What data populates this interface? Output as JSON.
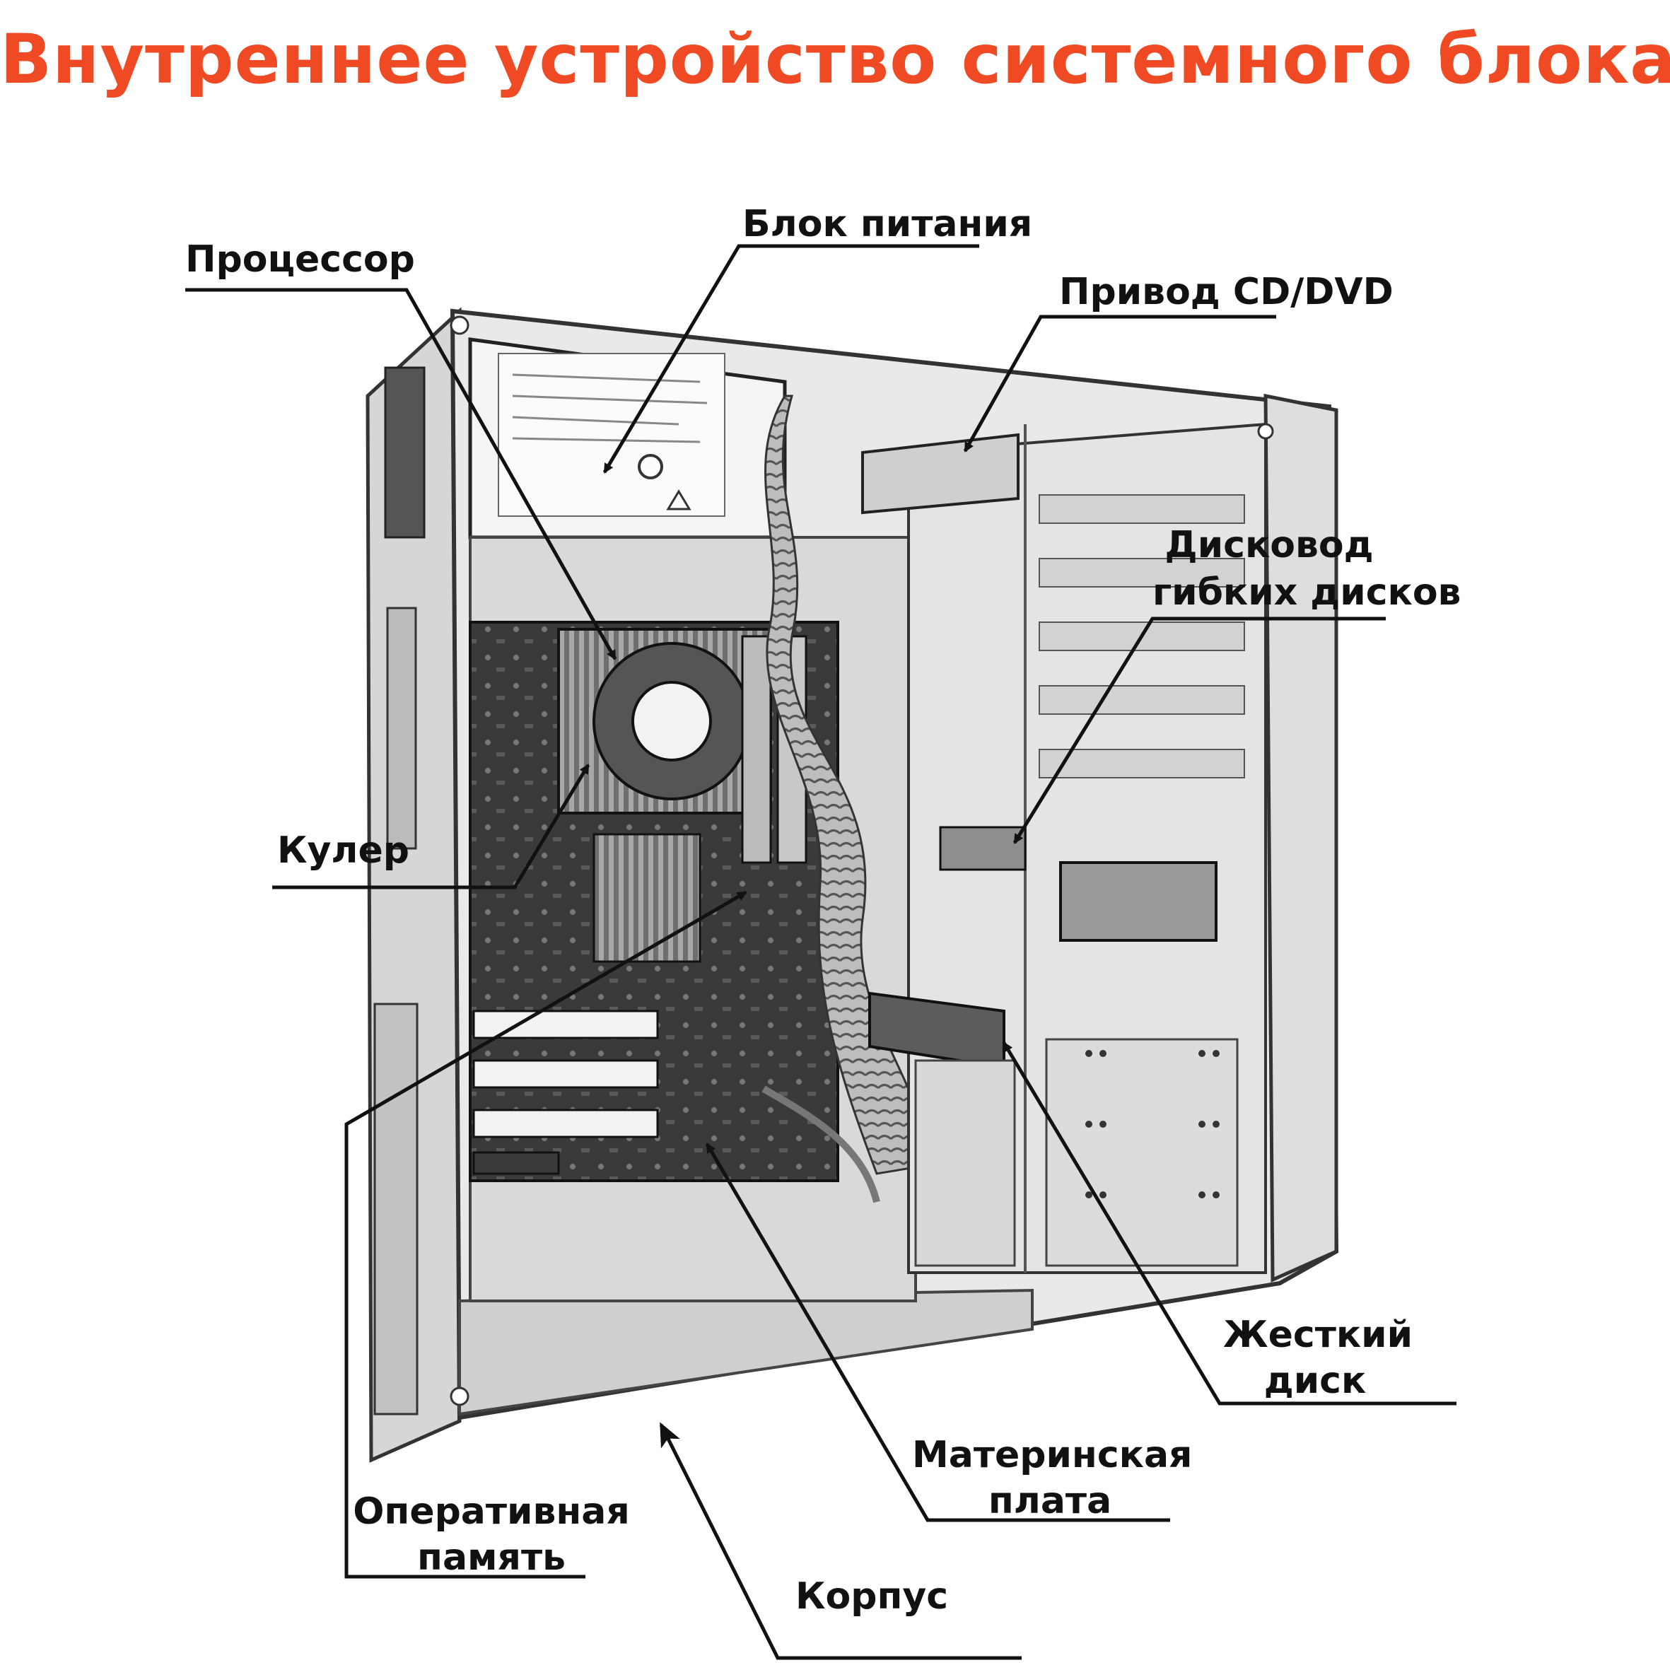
{
  "title": "Внутреннее устройство системного блока",
  "labels": {
    "psu": "Блок питания",
    "cpu": "Процессор",
    "cd_dvd": "Привод CD/DVD",
    "floppy_1": "Дисковод",
    "floppy_2": "гибких дисков",
    "cooler": "Кулер",
    "hdd_1": "Жесткий",
    "hdd_2": "диск",
    "motherboard_1": "Материнская",
    "motherboard_2": "плата",
    "ram_1": "Оперативная",
    "ram_2": "память",
    "case": "Корпус"
  },
  "colors": {
    "title": "#ef4a23",
    "ink": "#111111",
    "case_light": "#eeeeee",
    "case_mid": "#cfcfcf",
    "case_dark": "#8a8a8a"
  }
}
